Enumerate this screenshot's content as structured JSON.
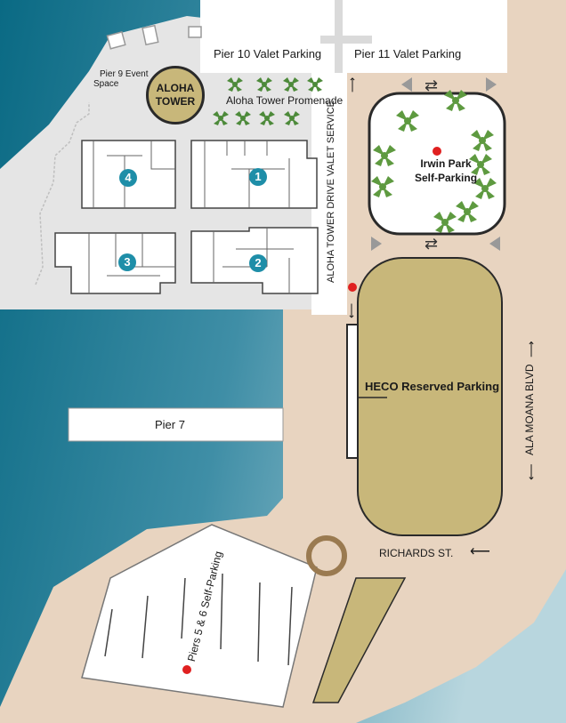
{
  "map": {
    "labels": {
      "pier10_valet": "Pier 10 Valet Parking",
      "pier11_valet": "Pier 11 Valet Parking",
      "pier9_event_line1": "Pier 9 Event",
      "pier9_event_line2": "Space",
      "aloha_tower_line1": "ALOHA",
      "aloha_tower_line2": "TOWER",
      "promenade": "Aloha Tower Promenade",
      "irwin_line1": "Irwin Park",
      "irwin_line2": "Self-Parking",
      "valet_service": "ALOHA TOWER DRIVE VALET SERVICE",
      "heco": "HECO Reserved Parking",
      "pier7": "Pier 7",
      "ala_moana": "ALA MOANA BLVD",
      "richards": "RICHARDS ST.",
      "piers56": "Piers 5 & 6 Self-Parking"
    },
    "buildings": [
      "1",
      "2",
      "3",
      "4"
    ],
    "arrows": {
      "right": "⟶",
      "left": "⟵",
      "two_way": "⇄"
    },
    "colors": {
      "water_dark": "#0a6a84",
      "water_light": "#9ec8d4",
      "land": "#e8d4c0",
      "lot": "#c8b77a",
      "marker": "#e02020",
      "building_number": "#1e8ea8",
      "road": "#ffffff",
      "marketplace": "#e5e5e5"
    }
  }
}
